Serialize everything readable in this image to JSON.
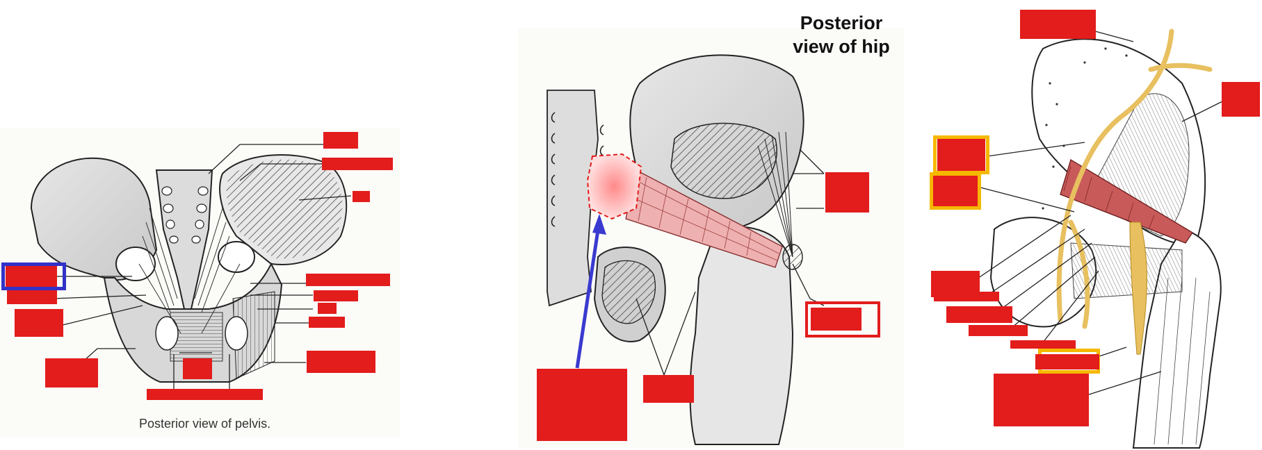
{
  "caption": "Posterior view of pelvis.",
  "title_line1": "Posterior",
  "title_line2": "view of hip",
  "colors": {
    "label_box": "#e31c1c",
    "highlight_blue": "#3232c8",
    "highlight_red": "#e31c1c",
    "highlight_yellow": "#f5b800",
    "arrow": "#3a3ad0",
    "muscle": "#e8a0a0",
    "nerve": "#e8c060",
    "bone": "#d6d6d6"
  },
  "icons": [
    "arrow-icon"
  ]
}
